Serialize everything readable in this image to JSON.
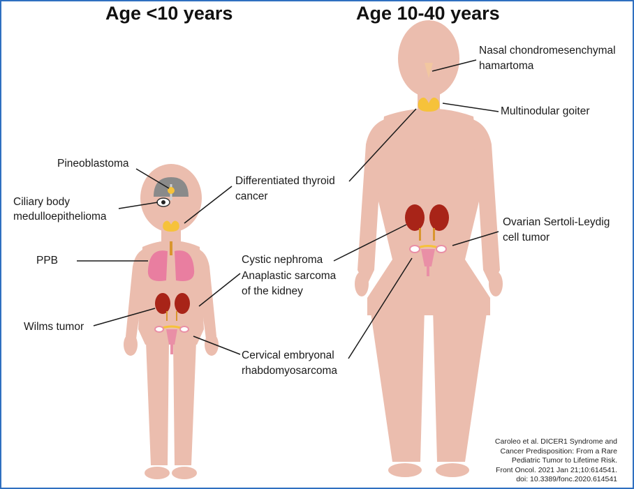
{
  "colors": {
    "frame": "#2f6fc0",
    "skin": "#ebbdae",
    "thyroid": "#f6c23a",
    "kidney": "#a82418",
    "lung": "#e97ea0",
    "uterus": "#e98fa6",
    "brain": "#8a8a8a"
  },
  "headings": {
    "child": "Age <10 years",
    "adult": "Age 10-40 years"
  },
  "labels": {
    "pineoblastoma": "Pineoblastoma",
    "ciliary_1": "Ciliary body",
    "ciliary_2": "medulloepithelioma",
    "ppb": "PPB",
    "wilms": "Wilms tumor",
    "dtc_1": "Differentiated thyroid",
    "dtc_2": "cancer",
    "cystic": "Cystic nephroma",
    "anaplastic_1": "Anaplastic sarcoma",
    "anaplastic_2": "of the kidney",
    "cervical_1": "Cervical embryonal",
    "cervical_2": "rhabdomyosarcoma",
    "nasal_1": "Nasal chondromesenchymal",
    "nasal_2": "hamartoma",
    "goiter": "Multinodular goiter",
    "ovarian_1": "Ovarian Sertoli-Leydig",
    "ovarian_2": "cell tumor"
  },
  "citation": [
    "Caroleo et al. DICER1 Syndrome and",
    "Cancer Predisposition: From a Rare",
    "Pediatric Tumor to Lifetime Risk.",
    "Front Oncol. 2021 Jan 21;10:614541.",
    "doi: 10.3389/fonc.2020.614541"
  ]
}
